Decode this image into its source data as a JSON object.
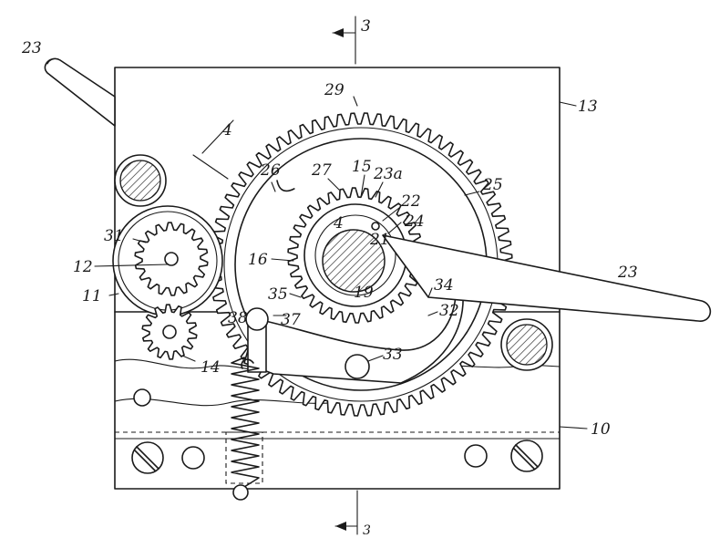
{
  "labels": {
    "l23_top": "23",
    "l29": "29",
    "l13": "13",
    "l3_top": "3",
    "l4_top": "4",
    "l26": "26",
    "l27": "27",
    "l15": "15",
    "l23a": "23a",
    "l25": "25",
    "l22": "22",
    "l21": "21",
    "l24": "24",
    "l31": "31",
    "l12": "12",
    "l16": "16",
    "l4_mid": "4",
    "l23_right": "23",
    "l11": "11",
    "l19": "19",
    "l34": "34",
    "l35": "35",
    "l32": "32",
    "l38": "38",
    "l37": "37",
    "l33": "33",
    "l14": "14",
    "l10": "10",
    "l3_bottom": "3"
  },
  "colors": {
    "ink": "#1a1a1a",
    "paper": "#ffffff"
  }
}
